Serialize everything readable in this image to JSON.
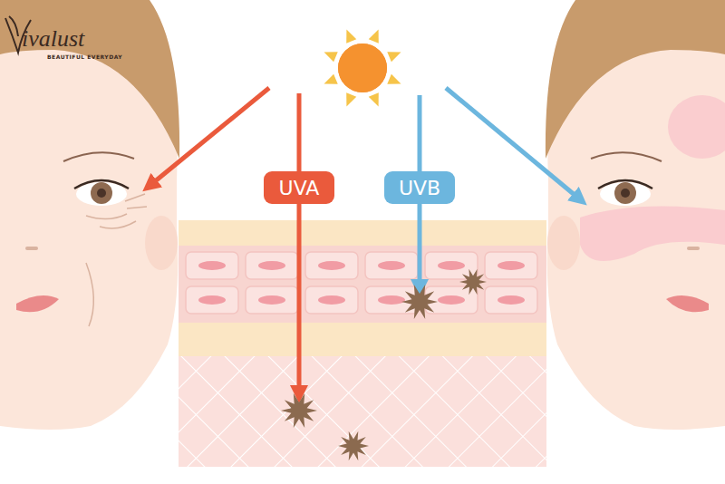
{
  "diagram": {
    "nodes": [
      {
        "text": [
          "UVA"
        ]
      },
      {
        "text": [
          "UVB"
        ]
      }
    ],
    "labels": [
      "ivalust",
      "BEAUTIFUL EVERYDAY"
    ]
  }
}
